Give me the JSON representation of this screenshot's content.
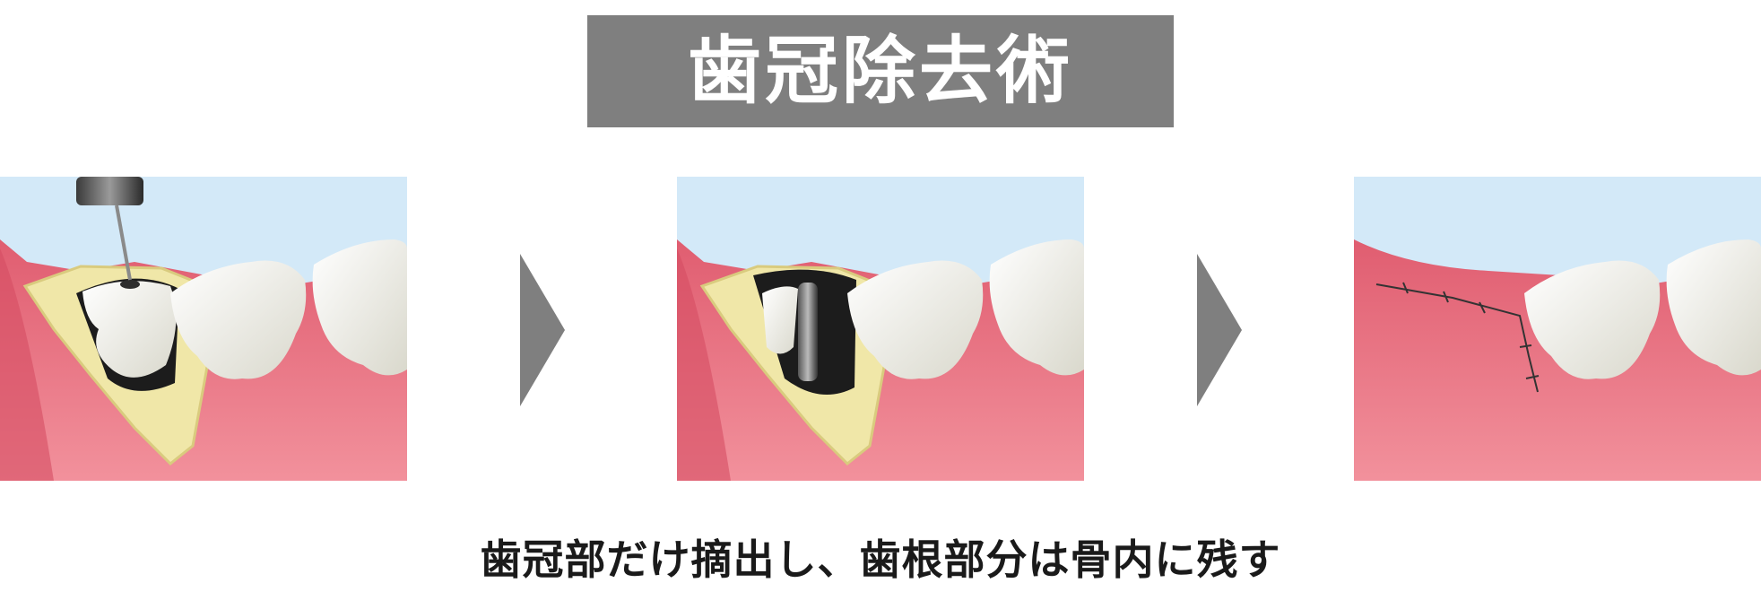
{
  "title": "歯冠除去術",
  "caption": "歯冠部だけ摘出し、歯根部分は骨内に残す",
  "panels": [
    {
      "step": 1,
      "scene": "drilling"
    },
    {
      "step": 2,
      "scene": "crown-removed"
    },
    {
      "step": 3,
      "scene": "sutured"
    }
  ],
  "colors": {
    "title_background": "#7f7f7f",
    "arrow": "#7f7f7f",
    "sky": "#d3e9f8",
    "gum": "#e8707f",
    "bone": "#f0e7a8",
    "tooth": "#f1f1ea"
  }
}
